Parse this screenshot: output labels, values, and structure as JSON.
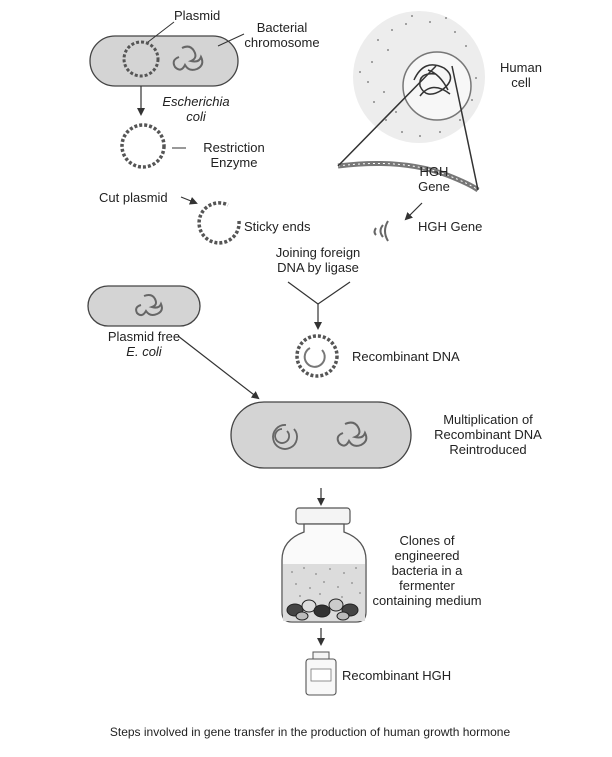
{
  "labels": {
    "plasmid": "Plasmid",
    "bacterial_chromosome_1": "Bacterial",
    "bacterial_chromosome_2": "chromosome",
    "ecoli_1": "Escherichia",
    "ecoli_2": "coli",
    "human_cell_1": "Human",
    "human_cell_2": "cell",
    "restriction_enzyme_1": "Restriction",
    "restriction_enzyme_2": "Enzyme",
    "hgh_gene_top_1": "HGH",
    "hgh_gene_top_2": "Gene",
    "cut_plasmid": "Cut plasmid",
    "sticky_ends": "Sticky ends",
    "hgh_gene_right": "HGH Gene",
    "joining_1": "Joining foreign",
    "joining_2": "DNA by ligase",
    "plasmid_free_1": "Plasmid free",
    "plasmid_free_2": "E. coli",
    "recombinant_dna": "Recombinant DNA",
    "multiplication_1": "Multiplication of",
    "multiplication_2": "Recombinant DNA",
    "multiplication_3": "Reintroduced",
    "clones_1": "Clones of",
    "clones_2": "engineered",
    "clones_3": "bacteria in a",
    "clones_4": "fermenter",
    "clones_5": "containing medium",
    "recombinant_hgh": "Recombinant HGH"
  },
  "caption": "Steps involved in gene transfer in the production of human growth hormone"
}
